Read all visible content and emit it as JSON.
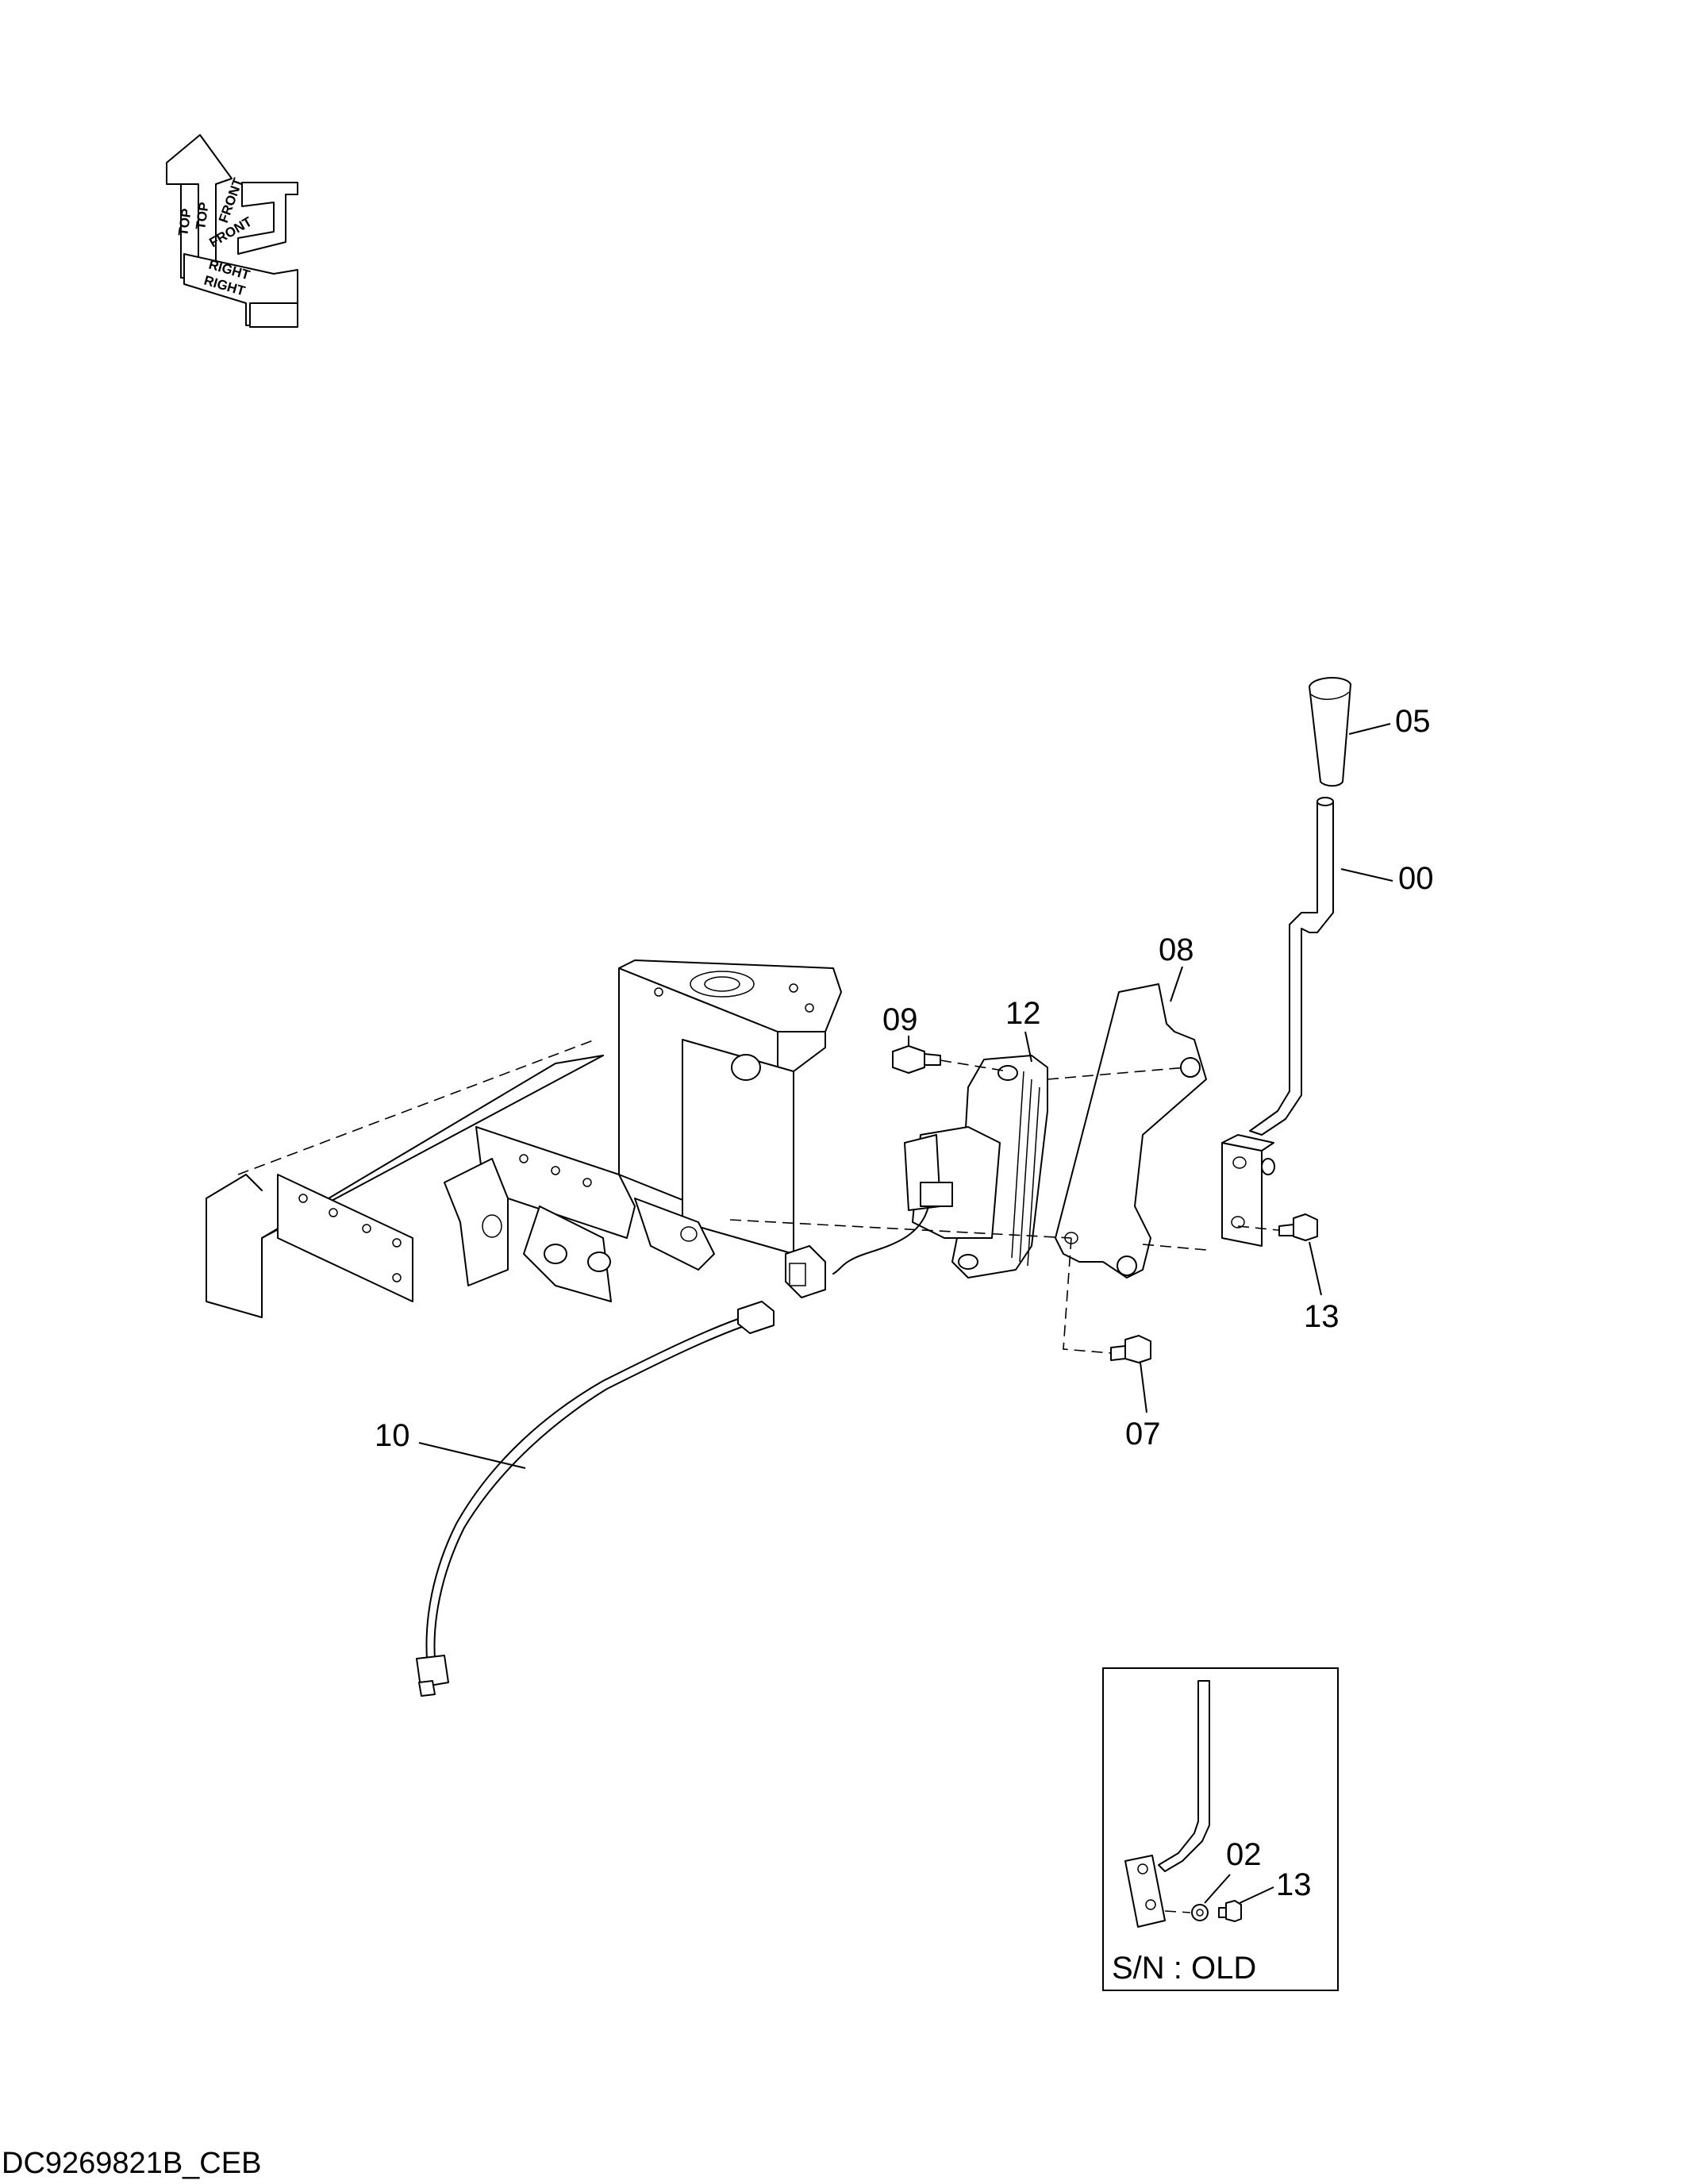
{
  "orientation": {
    "top": "TOP",
    "front": "FRONT",
    "right": "RIGHT"
  },
  "callouts": {
    "c05": "05",
    "c00": "00",
    "c08": "08",
    "c12": "12",
    "c09": "09",
    "c13": "13",
    "c07": "07",
    "c10": "10"
  },
  "inset": {
    "c02": "02",
    "c13": "13",
    "caption": "S/N : OLD"
  },
  "document_code": "DC9269821B_CEB"
}
